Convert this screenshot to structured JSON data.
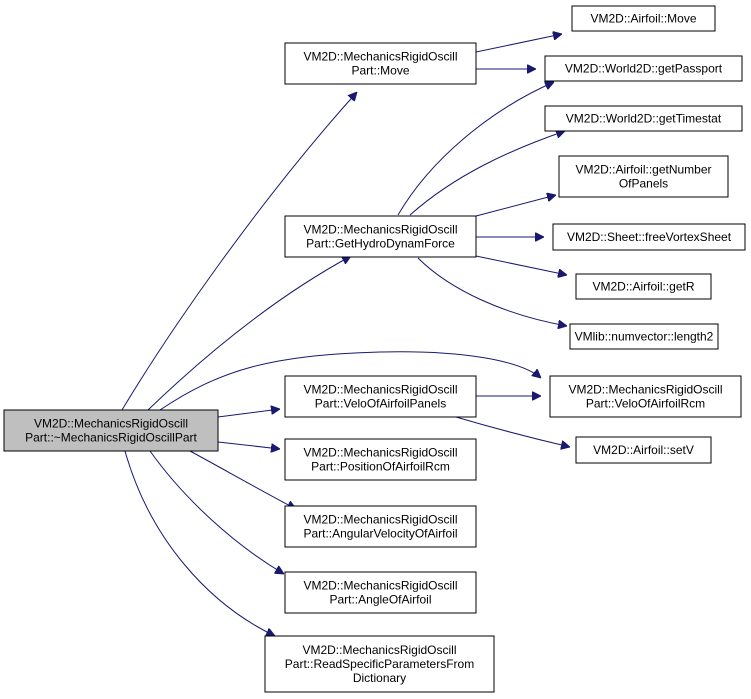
{
  "colors": {
    "edge": "#191970",
    "root_fill": "#bfbfbf",
    "node_fill": "#ffffff",
    "border": "#000000"
  },
  "nodes": {
    "root": [
      "VM2D::MechanicsRigidOscill",
      "Part::~MechanicsRigidOscillPart"
    ],
    "move": [
      "VM2D::MechanicsRigidOscill",
      "Part::Move"
    ],
    "get_hydro": [
      "VM2D::MechanicsRigidOscill",
      "Part::GetHydroDynamForce"
    ],
    "velo_panels": [
      "VM2D::MechanicsRigidOscill",
      "Part::VeloOfAirfoilPanels"
    ],
    "position_rcm": [
      "VM2D::MechanicsRigidOscill",
      "Part::PositionOfAirfoilRcm"
    ],
    "angular_velocity": [
      "VM2D::MechanicsRigidOscill",
      "Part::AngularVelocityOfAirfoil"
    ],
    "angle": [
      "VM2D::MechanicsRigidOscill",
      "Part::AngleOfAirfoil"
    ],
    "read_params": [
      "VM2D::MechanicsRigidOscill",
      "Part::ReadSpecificParametersFrom",
      "Dictionary"
    ],
    "airfoil_move": [
      "VM2D::Airfoil::Move"
    ],
    "get_passport": [
      "VM2D::World2D::getPassport"
    ],
    "get_timestat": [
      "VM2D::World2D::getTimestat"
    ],
    "get_number_panels": [
      "VM2D::Airfoil::getNumber",
      "OfPanels"
    ],
    "free_vortex_sheet": [
      "VM2D::Sheet::freeVortexSheet"
    ],
    "get_r": [
      "VM2D::Airfoil::getR"
    ],
    "length2": [
      "VMlib::numvector::length2"
    ],
    "velo_rcm": [
      "VM2D::MechanicsRigidOscill",
      "Part::VeloOfAirfoilRcm"
    ],
    "set_v": [
      "VM2D::Airfoil::setV"
    ]
  },
  "edges": [
    [
      "root",
      "move"
    ],
    [
      "root",
      "get_hydro"
    ],
    [
      "root",
      "velo_rcm"
    ],
    [
      "root",
      "velo_panels"
    ],
    [
      "root",
      "position_rcm"
    ],
    [
      "root",
      "angular_velocity"
    ],
    [
      "root",
      "angle"
    ],
    [
      "root",
      "read_params"
    ],
    [
      "move",
      "airfoil_move"
    ],
    [
      "move",
      "get_passport"
    ],
    [
      "get_hydro",
      "get_passport"
    ],
    [
      "get_hydro",
      "get_timestat"
    ],
    [
      "get_hydro",
      "get_number_panels"
    ],
    [
      "get_hydro",
      "free_vortex_sheet"
    ],
    [
      "get_hydro",
      "get_r"
    ],
    [
      "get_hydro",
      "length2"
    ],
    [
      "velo_panels",
      "velo_rcm"
    ],
    [
      "velo_panels",
      "set_v"
    ]
  ]
}
